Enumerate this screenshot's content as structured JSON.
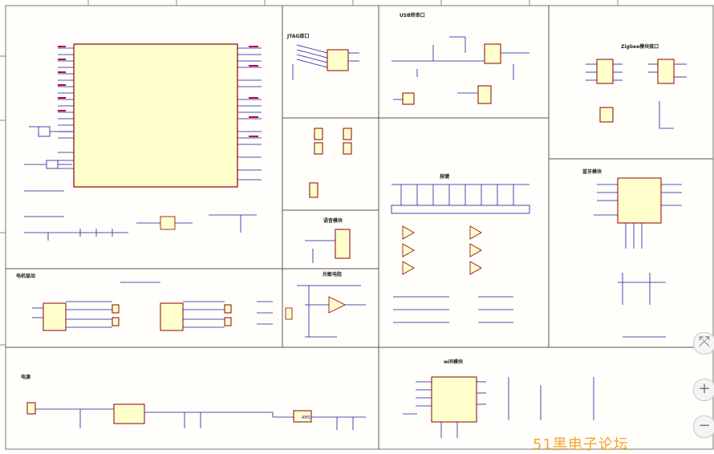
{
  "sheet": {
    "sections": {
      "jtag": "JTAG接口",
      "usb": "USB转串口",
      "zigbee": "Zigbee模块接口",
      "keys": "按键",
      "bluetooth": "蓝牙模块",
      "voice": "语音模块",
      "light": "光敏电阻",
      "motor": "电机驱动",
      "power": "电源",
      "wifi": "wifi模块"
    },
    "chip_label": "AMS"
  },
  "controls": {
    "fit_icon": "⤧",
    "zoom_in": "+",
    "zoom_out": "−"
  },
  "watermark": "51黑电子论坛"
}
